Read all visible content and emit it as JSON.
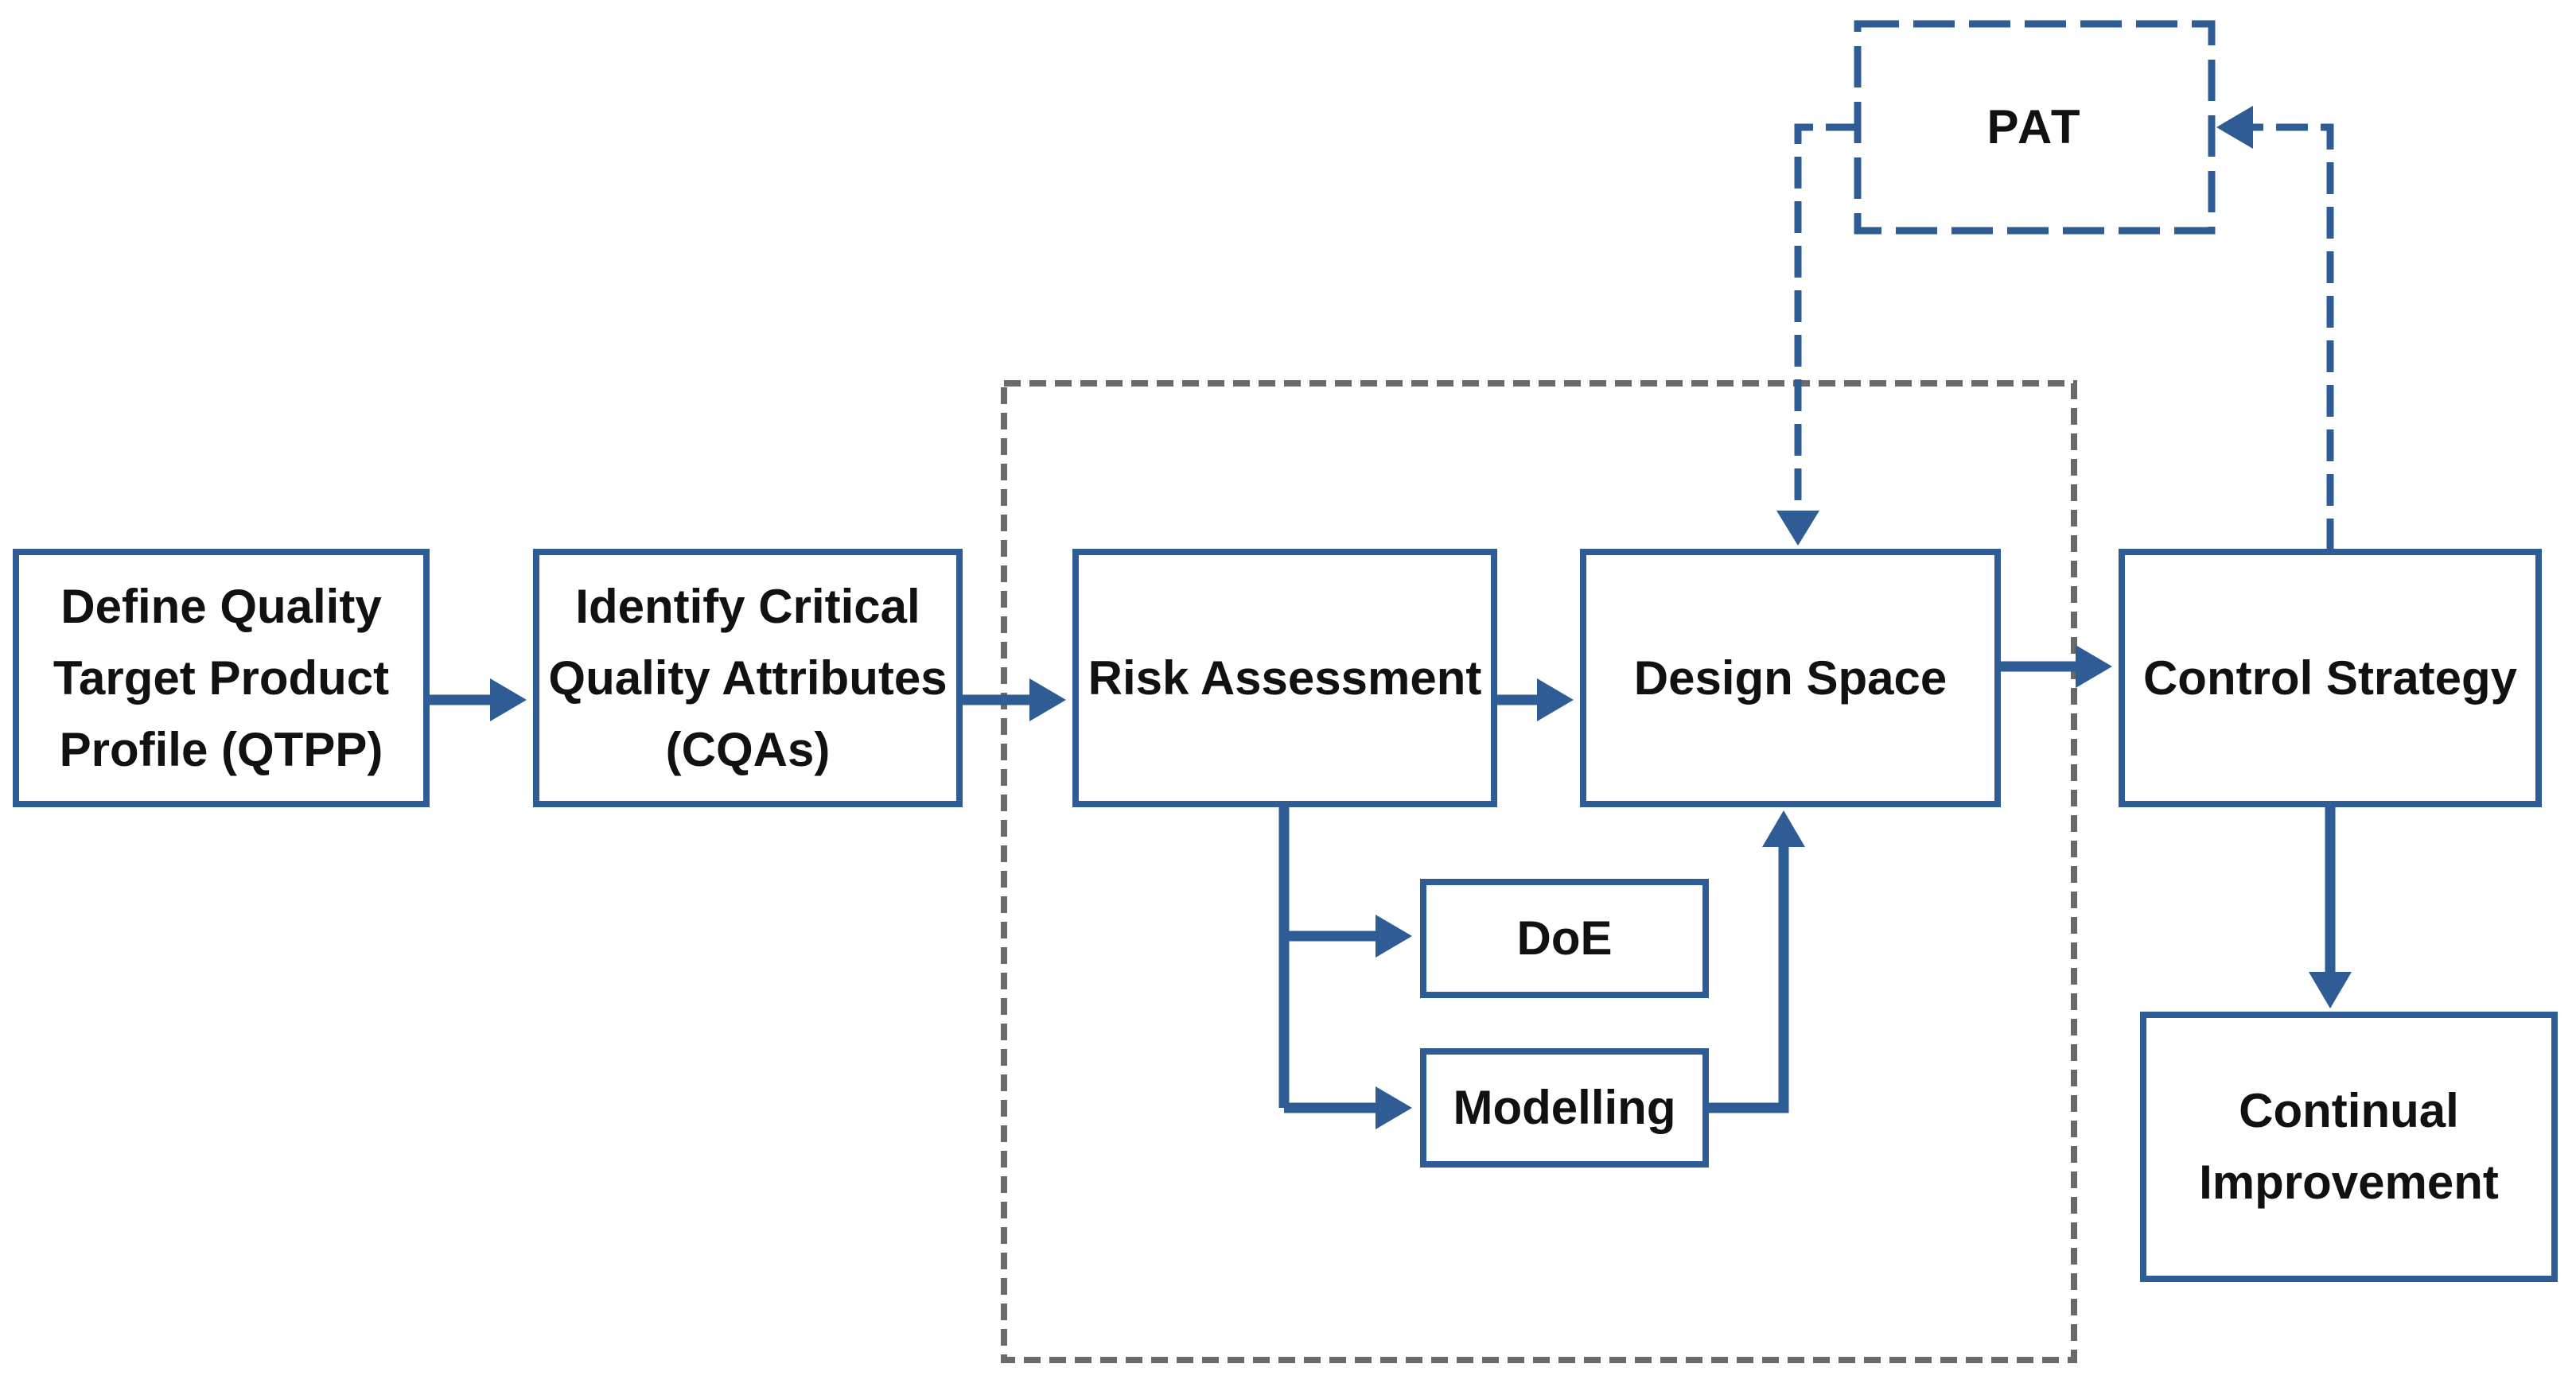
{
  "diagram": {
    "type": "flowchart",
    "subject": "Quality by Design (QbD) workflow",
    "colors": {
      "accent_blue": "#2F5C94",
      "boundary_gray": "#6A6A6A",
      "text": "#111111",
      "background": "#FFFFFF"
    },
    "boxes": {
      "qtpp": {
        "lines": [
          "Define Quality",
          "Target Product",
          "Profile (QTPP)"
        ],
        "border": "solid"
      },
      "cqas": {
        "lines": [
          "Identify Critical",
          "Quality Attributes",
          "(CQAs)"
        ],
        "border": "solid"
      },
      "risk_assessment": {
        "label": "Risk Assessment",
        "border": "solid"
      },
      "design_space": {
        "label": "Design Space",
        "border": "solid"
      },
      "control_strategy": {
        "label": "Control Strategy",
        "border": "solid"
      },
      "pat": {
        "label": "PAT",
        "border": "dashed"
      },
      "doe": {
        "label": "DoE",
        "border": "solid"
      },
      "modelling": {
        "label": "Modelling",
        "border": "solid"
      },
      "continual_improvement": {
        "lines": [
          "Continual",
          "Improvement"
        ],
        "border": "solid"
      }
    },
    "connections": [
      {
        "from": "qtpp",
        "to": "cqas",
        "style": "solid-arrow"
      },
      {
        "from": "cqas",
        "to": "risk_assessment",
        "style": "solid-arrow"
      },
      {
        "from": "risk_assessment",
        "to": "design_space",
        "style": "solid-arrow"
      },
      {
        "from": "design_space",
        "to": "control_strategy",
        "style": "solid-arrow"
      },
      {
        "from": "risk_assessment",
        "to": "doe",
        "style": "solid-arrow"
      },
      {
        "from": "risk_assessment",
        "to": "modelling",
        "style": "solid-arrow"
      },
      {
        "from": "modelling",
        "to": "design_space",
        "style": "solid-arrow"
      },
      {
        "from": "control_strategy",
        "to": "continual_improvement",
        "style": "solid-arrow"
      },
      {
        "from": "pat",
        "to": "design_space",
        "style": "dashed-arrow"
      },
      {
        "from": "control_strategy",
        "to": "pat",
        "style": "dashed-arrow"
      }
    ],
    "boundary": {
      "name": "dashed-development-boundary",
      "encloses": [
        "risk_assessment",
        "design_space",
        "doe",
        "modelling"
      ]
    }
  }
}
